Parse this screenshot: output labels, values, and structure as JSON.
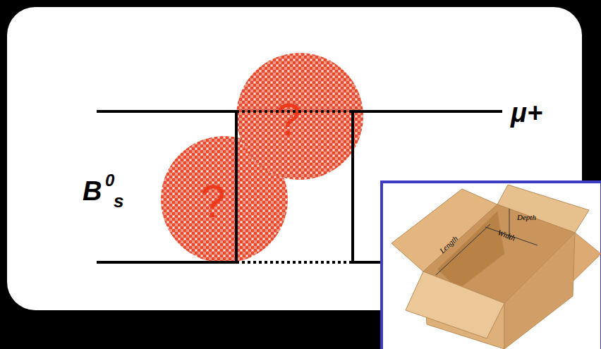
{
  "diagram": {
    "nodes": [
      {
        "text": [
          "?"
        ]
      },
      {
        "text": [
          "?"
        ]
      }
    ],
    "labels": [
      "μ+",
      "B",
      "0",
      "s",
      "Depth",
      "Width",
      "Length"
    ]
  }
}
